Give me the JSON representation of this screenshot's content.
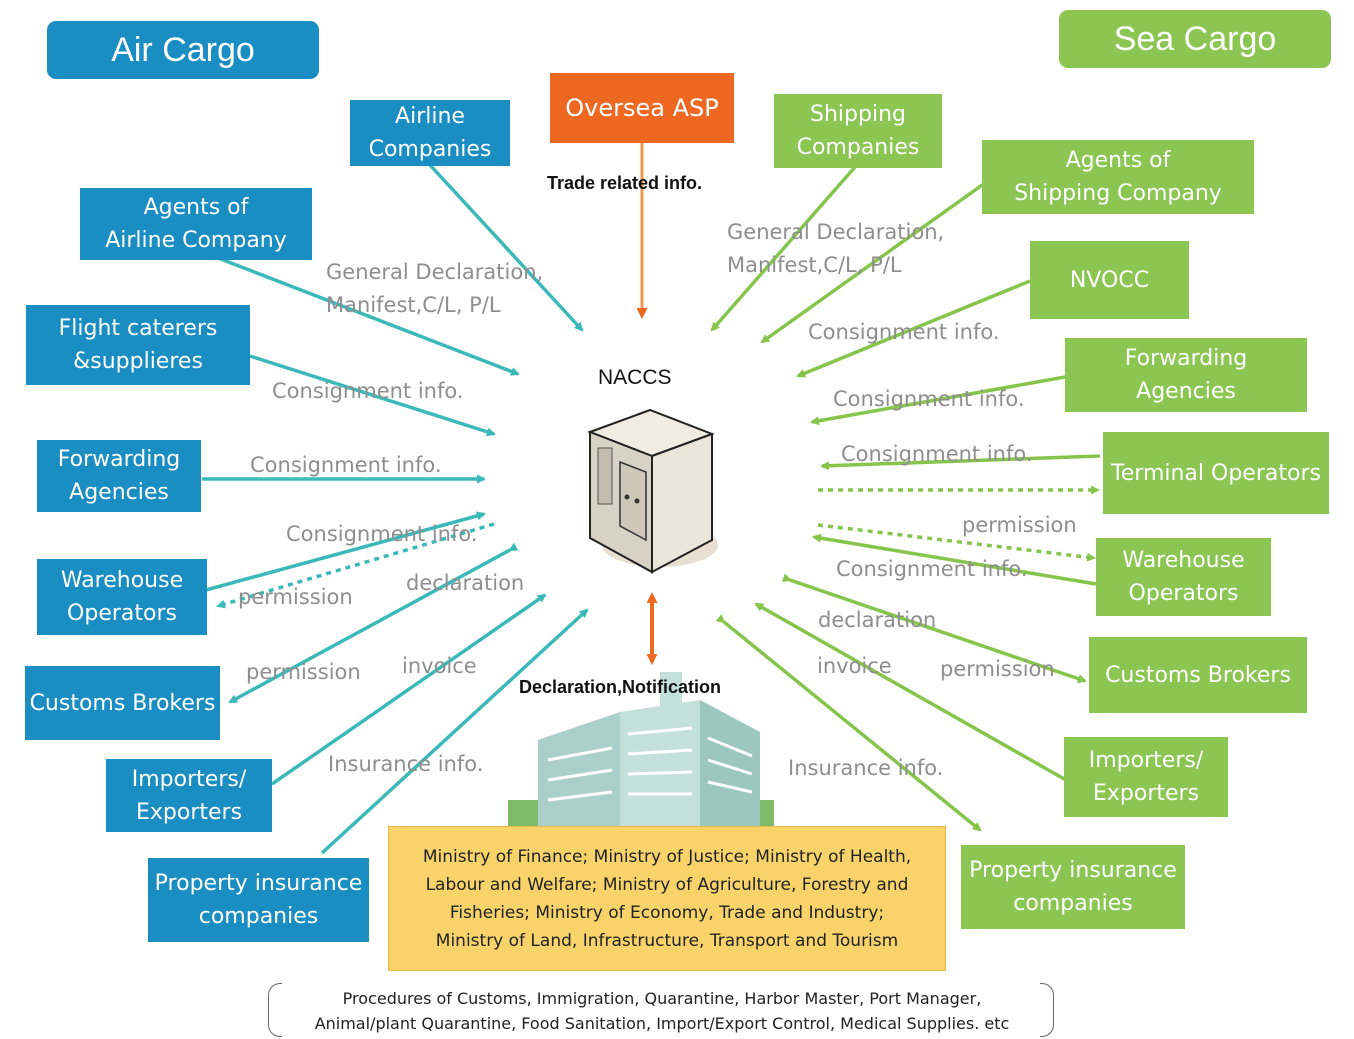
{
  "headers": {
    "air": "Air Cargo",
    "sea": "Sea Cargo"
  },
  "center": {
    "title": "NACCS",
    "asp": "Oversea ASP",
    "trade_info": "Trade related info.",
    "decl_notif": "Declaration,Notification"
  },
  "air": {
    "airline": [
      "Airline",
      "Companies"
    ],
    "agents": [
      "Agents of",
      "Airline Company"
    ],
    "caterers": [
      "Flight caterers",
      "&supplieres"
    ],
    "forwarding": [
      "Forwarding",
      "Agencies"
    ],
    "warehouse": [
      "Warehouse",
      "Operators"
    ],
    "brokers": "Customs Brokers",
    "importers": [
      "Importers/",
      "Exporters"
    ],
    "insurance": [
      "Property insurance",
      "companies"
    ]
  },
  "sea": {
    "shipping": [
      "Shipping",
      "Companies"
    ],
    "agents": [
      "Agents of",
      "Shipping Company"
    ],
    "nvocc": "NVOCC",
    "forwarding": [
      "Forwarding",
      "Agencies"
    ],
    "terminal": "Terminal Operators",
    "warehouse": [
      "Warehouse",
      "Operators"
    ],
    "brokers": "Customs Brokers",
    "importers": [
      "Importers/",
      "Exporters"
    ],
    "insurance": [
      "Property insurance",
      "companies"
    ]
  },
  "labels": {
    "air_general": [
      "General Declaration,",
      "Manifest,C/L, P/L"
    ],
    "air_consign_1": "Consignment info.",
    "air_consign_2": "Consignment info.",
    "air_consign_3": "Consignment info.",
    "air_permission_1": "permission",
    "air_declaration": "declaration",
    "air_permission_2": "permission",
    "air_invoice": "invoice",
    "air_insurance": "Insurance info.",
    "sea_general": [
      "General Declaration,",
      "Manifest,C/L, P/L"
    ],
    "sea_consign_1": "Consignment info.",
    "sea_consign_2": "Consignment info.",
    "sea_consign_3": "Consignment info.",
    "sea_permission_1": "permission",
    "sea_consign_4": "Consignment info.",
    "sea_declaration": "declaration",
    "sea_invoice": "invoice",
    "sea_permission_2": "permission",
    "sea_insurance": "Insurance info."
  },
  "ministries": [
    "Ministry of Finance; Ministry of Justice; Ministry of Health,",
    "Labour and Welfare; Ministry of Agriculture, Forestry and",
    "Fisheries; Ministry of Economy, Trade and Industry;",
    "Ministry of Land, Infrastructure, Transport and Tourism"
  ],
  "procedures": [
    "Procedures of Customs, Immigration, Quarantine, Harbor Master, Port Manager,",
    "Animal/plant Quarantine, Food Sanitation, Import/Export Control, Medical Supplies. etc"
  ],
  "colors": {
    "air": "#1a8dc3",
    "sea": "#8bc653",
    "air_arrow": "#3bb9b9",
    "sea_arrow": "#86c44b",
    "asp": "#ee6822",
    "ministry": "#f8d36a"
  }
}
